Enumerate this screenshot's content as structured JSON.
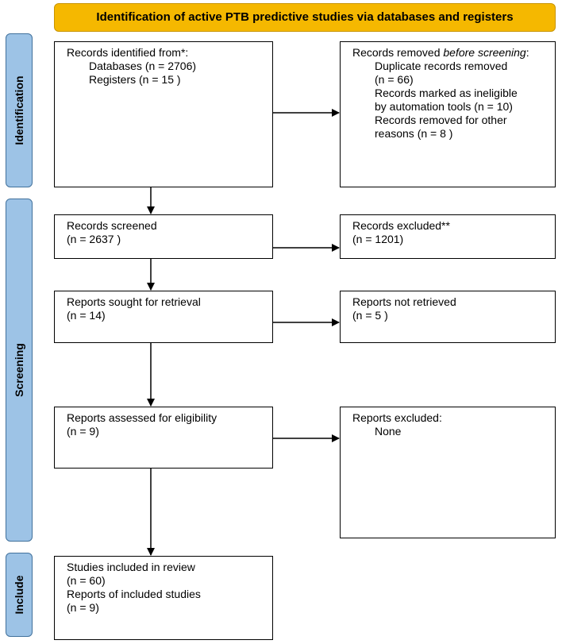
{
  "title": "Identification of active PTB predictive studies via databases and registers",
  "phases": {
    "identification": "Identification",
    "screening": "Screening",
    "include": "Include"
  },
  "identified": {
    "heading": "Records identified from*:",
    "databases": "Databases (n = 2706)",
    "registers": "Registers (n = 15 )"
  },
  "removed": {
    "heading_a": "Records removed ",
    "heading_b": "before screening",
    "heading_c": ":",
    "line1": "Duplicate records removed",
    "line2": "(n = 66)",
    "line3": "Records marked as ineligible",
    "line4": "by automation tools (n = 10)",
    "line5": "Records removed for other",
    "line6": "reasons (n = 8 )"
  },
  "screened": {
    "label": "Records screened",
    "count": "(n = 2637 )"
  },
  "excluded": {
    "label": "Records excluded**",
    "count": "(n = 1201)"
  },
  "sought": {
    "label": "Reports sought for retrieval",
    "count": "(n = 14)"
  },
  "not_retrieved": {
    "label": "Reports not retrieved",
    "count": "(n = 5 )"
  },
  "assessed": {
    "label": "Reports assessed for eligibility",
    "count": "(n = 9)"
  },
  "reports_excluded": {
    "label": "Reports excluded:",
    "value": "None"
  },
  "included": {
    "line1": "Studies included in review",
    "line2": "(n = 60)",
    "line3": "Reports of included studies",
    "line4": "(n = 9)"
  }
}
